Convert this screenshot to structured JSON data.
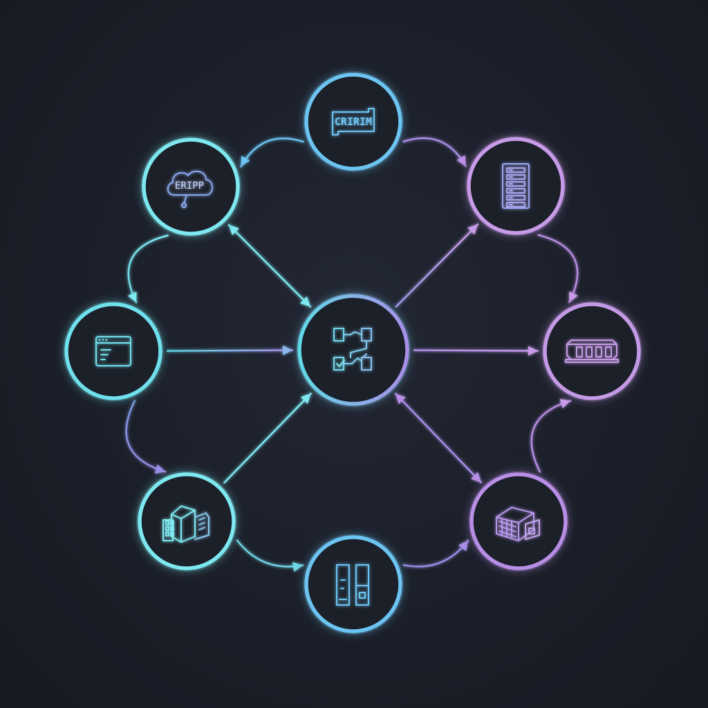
{
  "colors": {
    "background": "#1b1f29",
    "cyan": "#7ee8f0",
    "teal": "#5fd9e6",
    "blue": "#6cc4f2",
    "violet": "#b98ee6",
    "purple": "#c79be8",
    "node_fill": "#1c2029"
  },
  "nodes": [
    {
      "id": "terminal",
      "icon": "terminal-label-icon",
      "label": "CRIRIM",
      "color": "#6cc4f2"
    },
    {
      "id": "erp",
      "icon": "cloud-label-icon",
      "label": "ERIPP",
      "color": "#7ee8f0"
    },
    {
      "id": "app-window",
      "icon": "app-window-icon",
      "label": "",
      "color": "#6fe0ec"
    },
    {
      "id": "hub",
      "icon": "workflow-icon",
      "label": "",
      "color": "#80c8f0"
    },
    {
      "id": "server-rack",
      "icon": "server-rack-icon",
      "label": "",
      "color": "#c79be8"
    },
    {
      "id": "storage-array",
      "icon": "storage-array-icon",
      "label": "",
      "color": "#c49ae6"
    },
    {
      "id": "buildings",
      "icon": "buildings-icon",
      "label": "",
      "color": "#7ee8f0"
    },
    {
      "id": "columns",
      "icon": "database-columns-icon",
      "label": "",
      "color": "#6cc4f2"
    },
    {
      "id": "warehouse",
      "icon": "warehouse-boxes-icon",
      "label": "",
      "color": "#b98ee6"
    }
  ],
  "edges": [
    {
      "from": "terminal",
      "to": "erp",
      "direction": "forward"
    },
    {
      "from": "terminal",
      "to": "server-rack",
      "direction": "forward"
    },
    {
      "from": "erp",
      "to": "app-window",
      "direction": "forward"
    },
    {
      "from": "erp",
      "to": "hub",
      "direction": "both"
    },
    {
      "from": "app-window",
      "to": "hub",
      "direction": "forward"
    },
    {
      "from": "app-window",
      "to": "buildings",
      "direction": "forward"
    },
    {
      "from": "hub",
      "to": "server-rack",
      "direction": "forward"
    },
    {
      "from": "hub",
      "to": "storage-array",
      "direction": "forward"
    },
    {
      "from": "hub",
      "to": "warehouse",
      "direction": "both"
    },
    {
      "from": "buildings",
      "to": "hub",
      "direction": "forward"
    },
    {
      "from": "buildings",
      "to": "columns",
      "direction": "forward"
    },
    {
      "from": "columns",
      "to": "warehouse",
      "direction": "forward"
    },
    {
      "from": "server-rack",
      "to": "storage-array",
      "direction": "forward"
    },
    {
      "from": "warehouse",
      "to": "storage-array",
      "direction": "forward"
    }
  ]
}
